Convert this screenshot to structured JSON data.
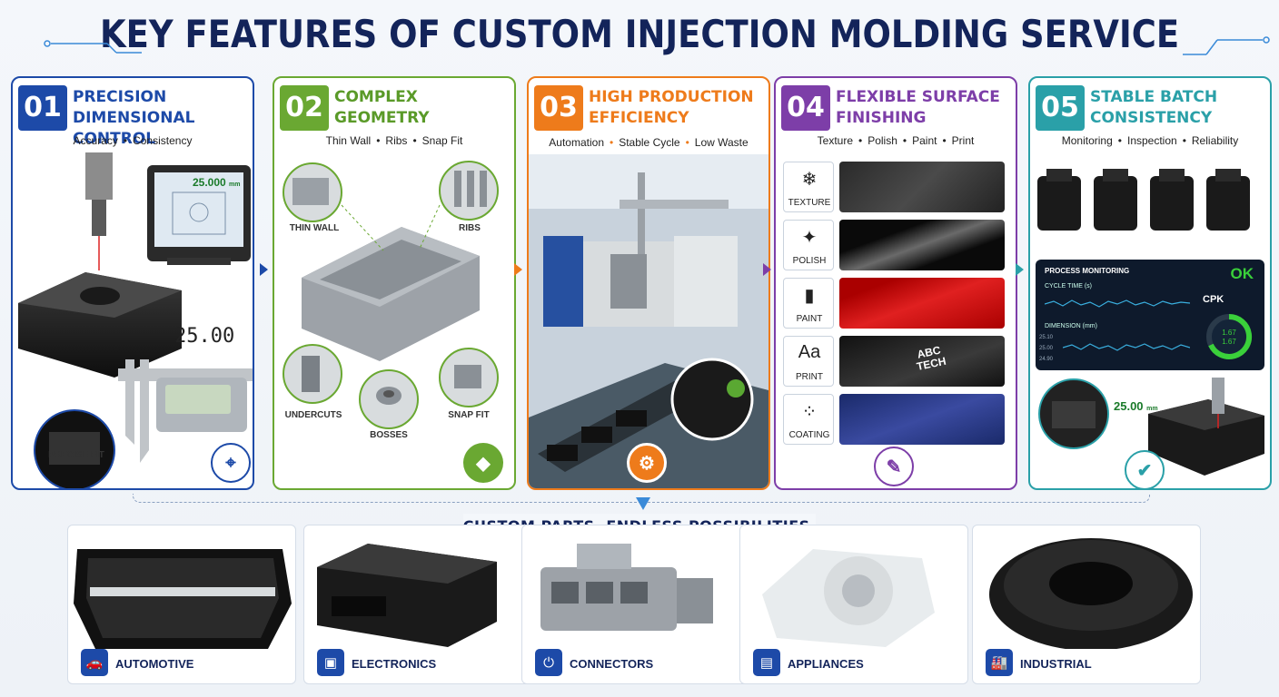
{
  "title": "KEY FEATURES OF CUSTOM INJECTION MOLDING SERVICE",
  "colors": {
    "blue": "#1d4aa8",
    "green": "#6aa832",
    "orange": "#ee7b1b",
    "purple": "#7d3ea8",
    "teal": "#2aa0a8",
    "navy": "#13245a"
  },
  "cards": [
    {
      "num": "01",
      "title": "PRECISION DIMENSIONAL CONTROL",
      "tags": [
        "Accuracy",
        "Consistency"
      ],
      "labels": {
        "fit": "PRECISE FIT",
        "readout": "25.000",
        "unit": "mm",
        "caliper": "25.00"
      }
    },
    {
      "num": "02",
      "title": "COMPLEX GEOMETRY",
      "tags": [
        "Thin Wall",
        "Ribs",
        "Snap Fit"
      ],
      "labels": {
        "thin_wall": "THIN WALL",
        "ribs": "RIBS",
        "undercuts": "UNDERCUTS",
        "bosses": "BOSSES",
        "snap_fit": "SNAP FIT"
      }
    },
    {
      "num": "03",
      "title": "HIGH PRODUCTION EFFICIENCY",
      "tags": [
        "Automation",
        "Stable Cycle",
        "Low Waste"
      ]
    },
    {
      "num": "04",
      "title": "FLEXIBLE SURFACE FINISHING",
      "tags": [
        "Texture",
        "Polish",
        "Paint",
        "Print"
      ],
      "finishes": [
        {
          "label": "TEXTURE",
          "icon": "texture-icon",
          "glyph": "❄"
        },
        {
          "label": "POLISH",
          "icon": "sparkle-icon",
          "glyph": "✦"
        },
        {
          "label": "PAINT",
          "icon": "spray-icon",
          "glyph": "▮"
        },
        {
          "label": "PRINT",
          "icon": "text-icon",
          "glyph": "Aa"
        },
        {
          "label": "COATING",
          "icon": "dots-icon",
          "glyph": "⁘"
        }
      ],
      "print_text": "ABC TECH"
    },
    {
      "num": "05",
      "title": "STABLE BATCH CONSISTENCY",
      "tags": [
        "Monitoring",
        "Inspection",
        "Reliability"
      ],
      "monitor": {
        "heading": "PROCESS MONITORING",
        "ok": "OK",
        "cycle": "CYCLE TIME (s)",
        "dimension": "DIMENSION (mm)",
        "cpk": "CPK",
        "cpk1": "1.67",
        "cpk2": "1.67",
        "y1": "25.10",
        "y2": "25.00",
        "y3": "24.90",
        "readout": "25.00",
        "unit": "mm"
      }
    }
  ],
  "tagline": "CUSTOM PARTS.  ENDLESS POSSIBILITIES.",
  "applications": [
    {
      "label": "AUTOMOTIVE",
      "icon": "car-icon"
    },
    {
      "label": "ELECTRONICS",
      "icon": "chip-icon"
    },
    {
      "label": "CONNECTORS",
      "icon": "plug-icon"
    },
    {
      "label": "APPLIANCES",
      "icon": "appliance-icon"
    },
    {
      "label": "INDUSTRIAL",
      "icon": "factory-icon"
    }
  ]
}
